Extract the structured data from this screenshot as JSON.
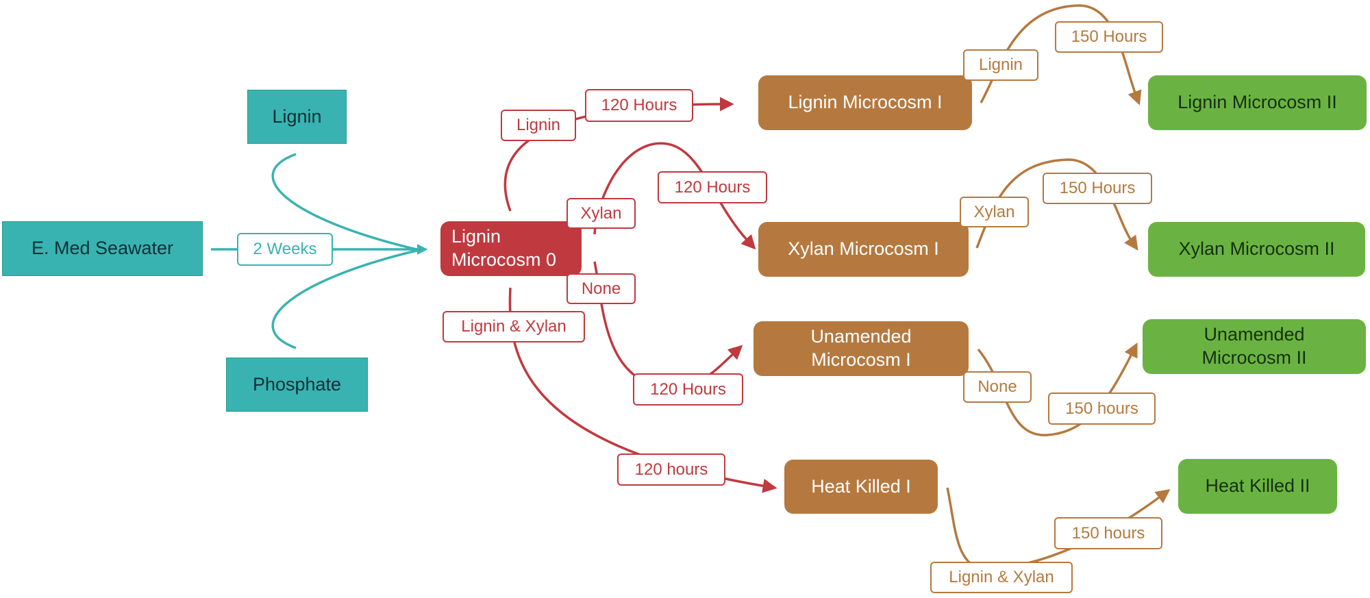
{
  "sources": {
    "lignin": "Lignin",
    "seawater": "E. Med Seawater",
    "phosphate": "Phosphate",
    "duration": "2 Weeks"
  },
  "root": {
    "line1": "Lignin",
    "line2": "Microcosm 0"
  },
  "stage1": {
    "lignin": {
      "name": "Lignin Microcosm I",
      "amendment": "Lignin",
      "time": "120 Hours"
    },
    "xylan": {
      "name": "Xylan Microcosm I",
      "amendment": "Xylan",
      "time": "120 Hours"
    },
    "unamended": {
      "line1": "Unamended",
      "line2": "Microcosm I",
      "amendment": "None",
      "time": "120 Hours"
    },
    "heat": {
      "name": "Heat Killed I",
      "amendment": "Lignin & Xylan",
      "time": "120 hours"
    }
  },
  "stage2": {
    "lignin": {
      "name": "Lignin Microcosm II",
      "amendment": "Lignin",
      "time": "150 Hours"
    },
    "xylan": {
      "name": "Xylan Microcosm II",
      "amendment": "Xylan",
      "time": "150 Hours"
    },
    "unamended": {
      "line1": "Unamended",
      "line2": "Microcosm II",
      "amendment": "None",
      "time": "150 hours"
    },
    "heat": {
      "name": "Heat Killed II",
      "amendment": "Lignin & Xylan",
      "time": "150 hours"
    }
  },
  "colors": {
    "teal": "#38b3b1",
    "red": "#c0393f",
    "brown": "#b5793f",
    "green": "#6ab342"
  }
}
